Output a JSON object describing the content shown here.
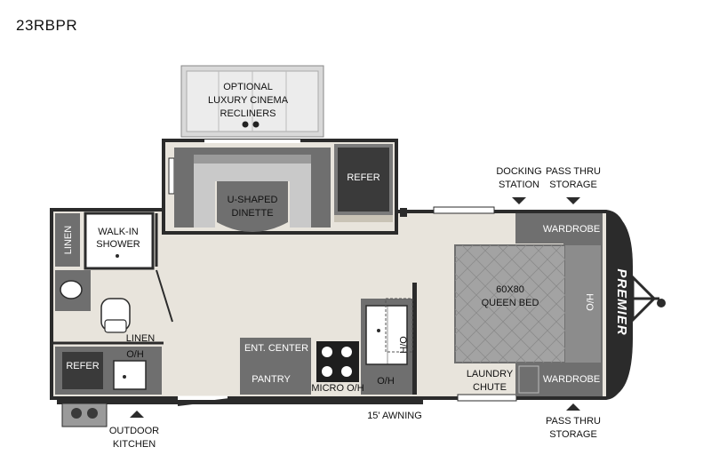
{
  "model": "23RBPR",
  "labels": {
    "cinema_line1": "OPTIONAL",
    "cinema_line2": "LUXURY CINEMA",
    "cinema_line3": "RECLINERS",
    "dinette_line1": "U-SHAPED",
    "dinette_line2": "DINETTE",
    "refer_top": "REFER",
    "docking_line1": "DOCKING",
    "docking_line2": "STATION",
    "passthru_top_line1": "PASS THRU",
    "passthru_top_line2": "STORAGE",
    "wardrobe_top": "WARDROBE",
    "wardrobe_bottom": "WARDROBE",
    "bed_line1": "60X80",
    "bed_line2": "QUEEN BED",
    "bed_oh": "H/O",
    "brand": "PREMIER",
    "linen_left": "LINEN",
    "shower_line1": "WALK-IN",
    "shower_line2": "SHOWER",
    "linen_bottom": "LINEN",
    "refer_bottom": "REFER",
    "oh_kitchen": "O/H",
    "ent_center": "ENT. CENTER",
    "pantry": "PANTRY",
    "micro": "MICRO O/H",
    "sink_oh": "O/H",
    "counter_oh": "O/H",
    "laundry_line1": "LAUNDRY",
    "laundry_line2": "CHUTE",
    "awning": "15' AWNING",
    "outdoor_line1": "OUTDOOR",
    "outdoor_line2": "KITCHEN",
    "passthru_bottom_line1": "PASS THRU",
    "passthru_bottom_line2": "STORAGE"
  },
  "colors": {
    "floor": "#e8e4dc",
    "wall": "#2b2b2b",
    "dark_gray": "#6f6f6f",
    "mid_gray": "#9a9a9a",
    "light_gray": "#d3d3d3",
    "fridge": "#3a3a3a"
  }
}
